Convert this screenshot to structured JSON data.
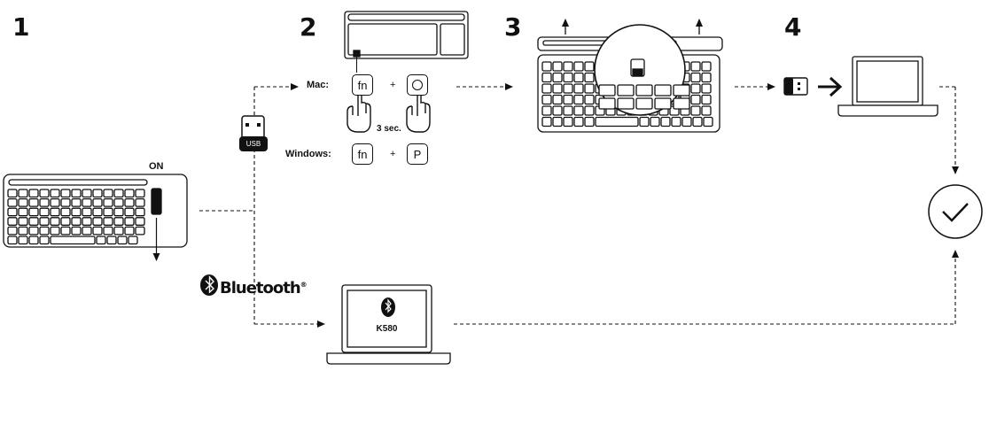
{
  "steps": [
    "1",
    "2",
    "3",
    "4"
  ],
  "power": {
    "label": "ON"
  },
  "usb": {
    "label": "USB"
  },
  "bluetooth": {
    "label": "Bluetooth",
    "mark": "®"
  },
  "pairing": {
    "mac_label": "Mac:",
    "windows_label": "Windows:",
    "fn_key": "fn",
    "plus": "+",
    "p_key": "P",
    "hold_time": "3 sec."
  },
  "laptop_screen": {
    "device_name": "K580"
  }
}
